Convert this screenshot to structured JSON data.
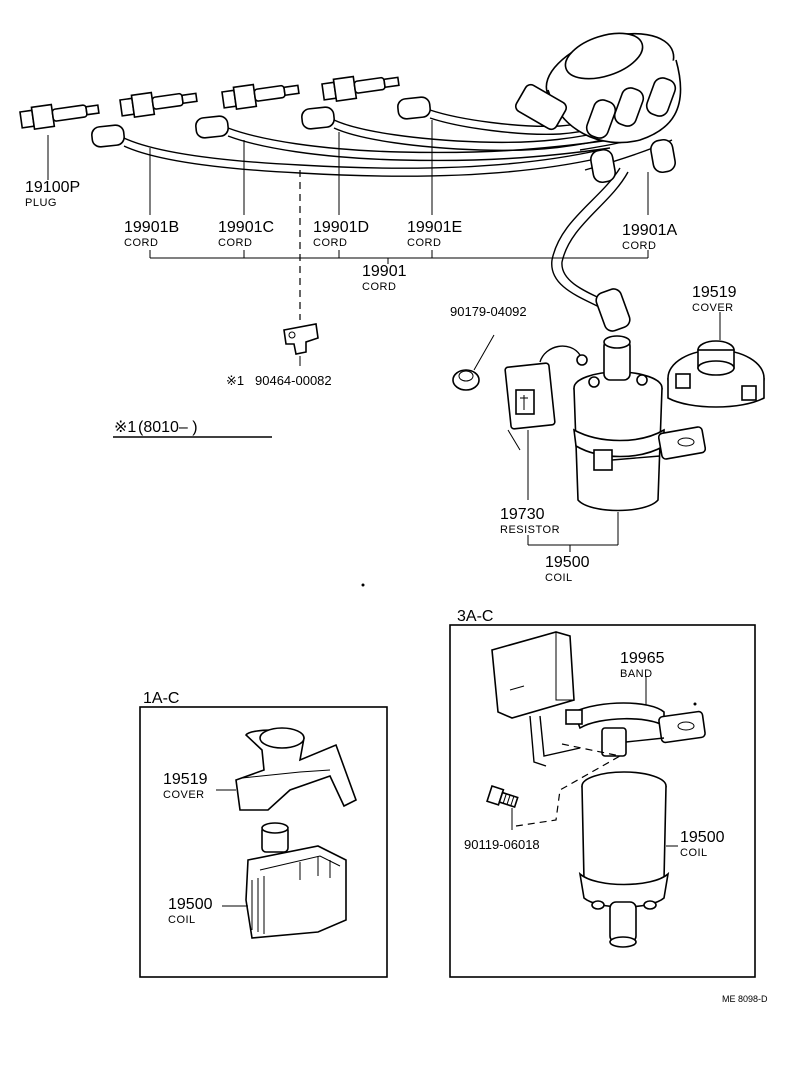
{
  "parts": {
    "plug": {
      "number": "19100P",
      "name": "PLUG"
    },
    "cord_b": {
      "number": "19901B",
      "name": "CORD"
    },
    "cord_c": {
      "number": "19901C",
      "name": "CORD"
    },
    "cord_d": {
      "number": "19901D",
      "name": "CORD"
    },
    "cord_e": {
      "number": "19901E",
      "name": "CORD"
    },
    "cord_a": {
      "number": "19901A",
      "name": "CORD"
    },
    "cord_set": {
      "number": "19901",
      "name": "CORD"
    },
    "clamp": {
      "number": "90464-00082",
      "mark": "※1"
    },
    "grommet": {
      "number": "90179-04092"
    },
    "cover_top": {
      "number": "19519",
      "name": "COVER"
    },
    "resistor": {
      "number": "19730",
      "name": "RESISTOR"
    },
    "coil_main": {
      "number": "19500",
      "name": "COIL"
    }
  },
  "note": {
    "mark": "※1",
    "text": "(8010–        )"
  },
  "inset_1ac": {
    "title": "1A-C",
    "cover": {
      "number": "19519",
      "name": "COVER"
    },
    "coil": {
      "number": "19500",
      "name": "COIL"
    }
  },
  "inset_3ac": {
    "title": "3A-C",
    "band": {
      "number": "19965",
      "name": "BAND"
    },
    "screw": {
      "number": "90119-06018"
    },
    "coil": {
      "number": "19500",
      "name": "COIL"
    }
  },
  "footer": {
    "code": "ME 8098-D"
  }
}
